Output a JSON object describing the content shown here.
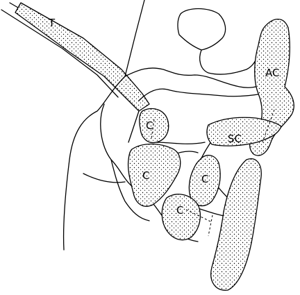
{
  "labels": {
    "tendon": "T",
    "ac": "AC",
    "sc": "SC",
    "c1": "C",
    "c2": "C",
    "c3": "C",
    "c4": "C"
  },
  "colors": {
    "ink": "#000000",
    "paper": "#ffffff"
  }
}
